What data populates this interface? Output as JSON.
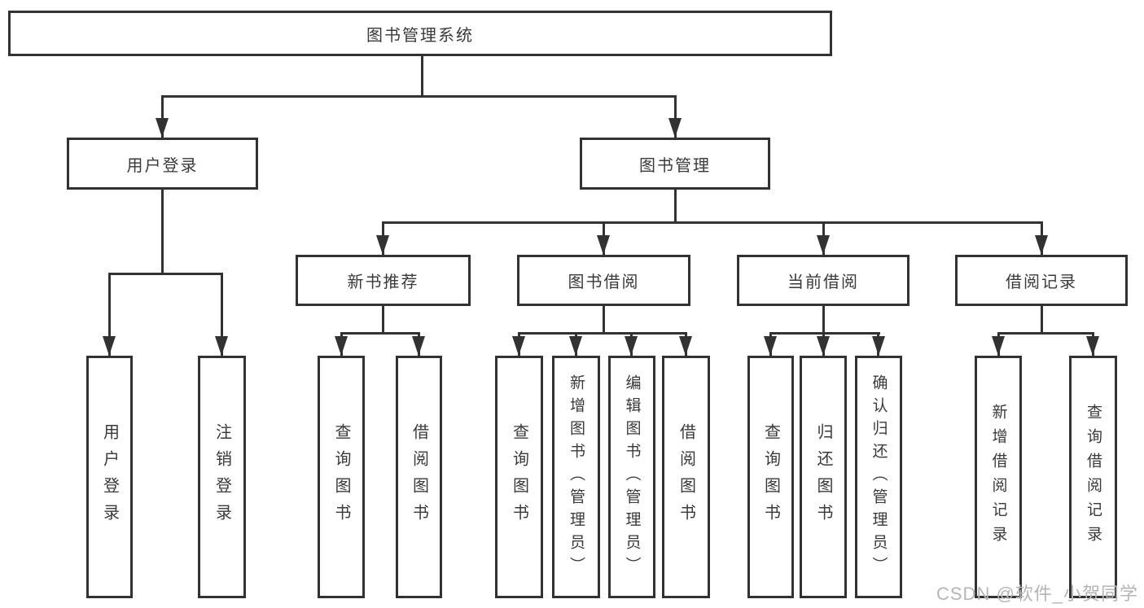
{
  "diagram": {
    "root": {
      "label": "图书管理系统"
    },
    "nodes": {
      "user_login": {
        "label": "用户登录",
        "children": [
          {
            "label": "用户登录"
          },
          {
            "label": "注销登录"
          }
        ]
      },
      "book_mgmt": {
        "label": "图书管理",
        "children": {
          "recommend": {
            "label": "新书推荐",
            "children": [
              {
                "label": "查询图书"
              },
              {
                "label": "借阅图书"
              }
            ]
          },
          "borrow": {
            "label": "图书借阅",
            "children": [
              {
                "label": "查询图书"
              },
              {
                "label": "新增图书（管理员）"
              },
              {
                "label": "编辑图书（管理员）"
              },
              {
                "label": "借阅图书"
              }
            ]
          },
          "current": {
            "label": "当前借阅",
            "children": [
              {
                "label": "查询图书"
              },
              {
                "label": "归还图书"
              },
              {
                "label": "确认归还（管理员）"
              }
            ]
          },
          "records": {
            "label": "借阅记录",
            "children": [
              {
                "label": "新增借阅记录"
              },
              {
                "label": "查询借阅记录"
              }
            ]
          }
        }
      }
    }
  },
  "watermark": {
    "text": "CSDN @软件_小贺同学"
  },
  "colors": {
    "line": "#323232",
    "text": "#3a3a3a",
    "bg": "#ffffff",
    "watermark": "#b5b5b5"
  }
}
